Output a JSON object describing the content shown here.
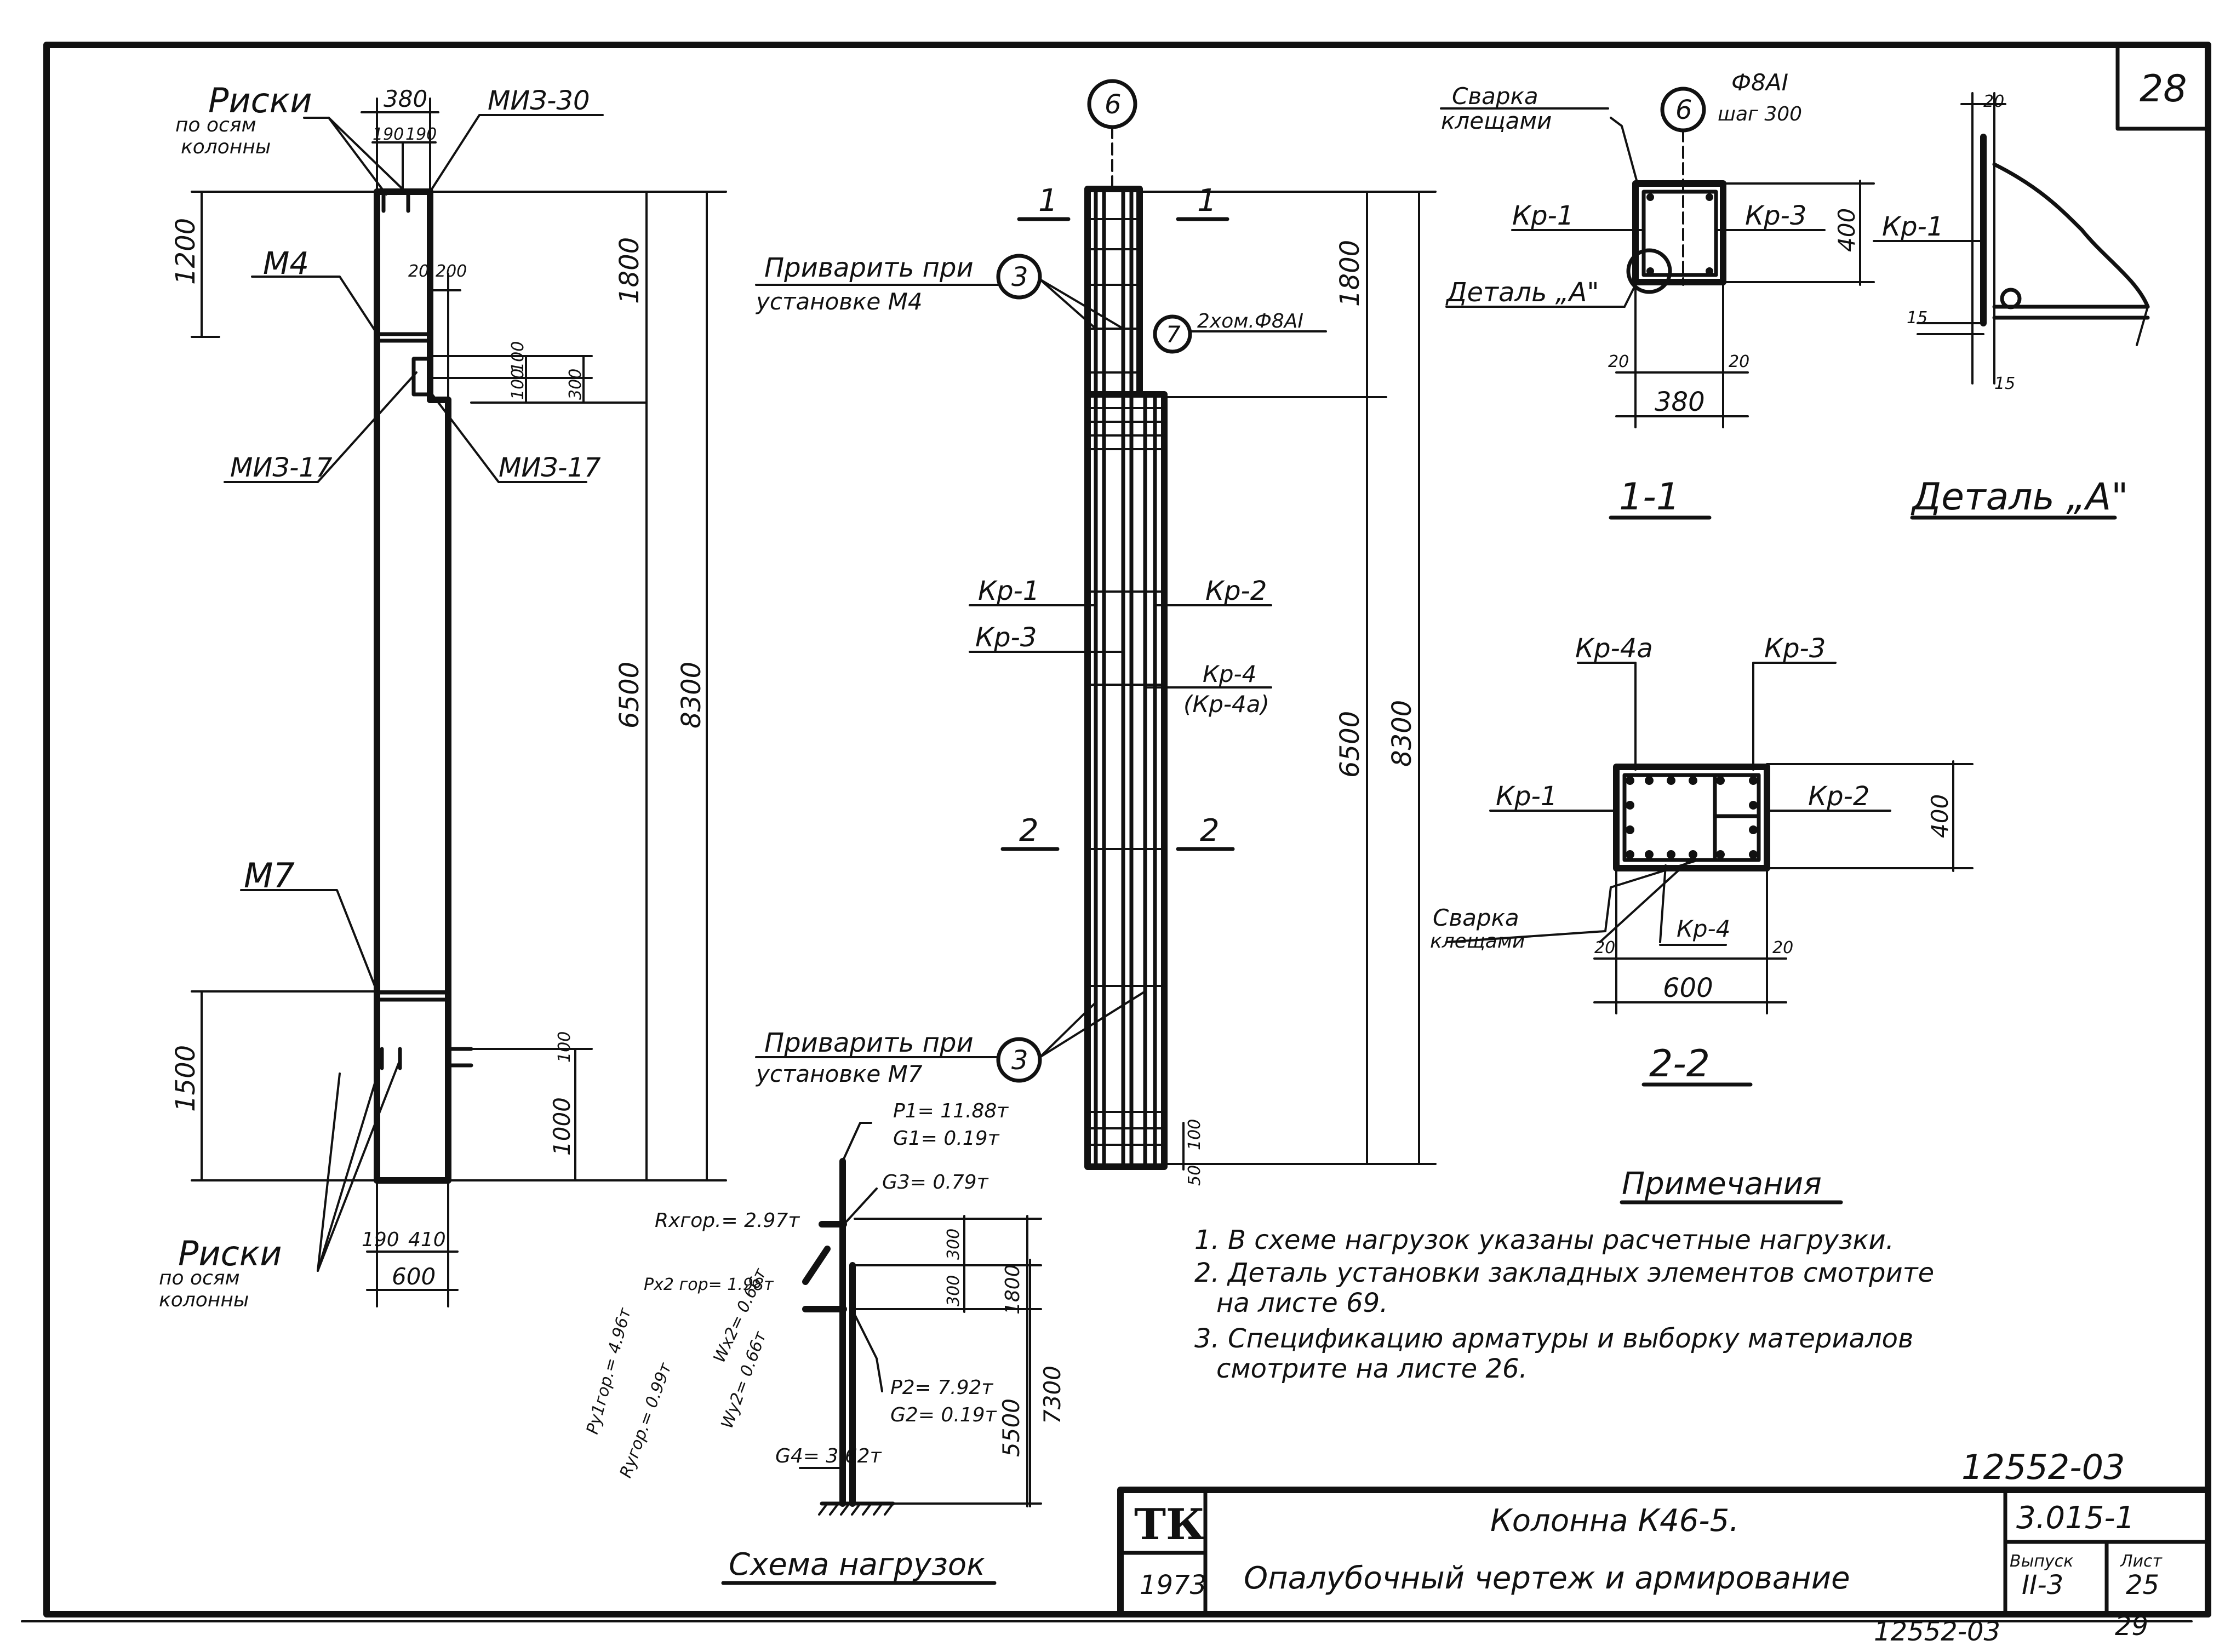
{
  "sheet": {
    "corner_number": "28",
    "doc_code": "12552-03",
    "doc_code_bottom": "12552-03",
    "page_bottom": "29"
  },
  "title_block": {
    "logo": "ТК",
    "year": "1973",
    "title_line1": "Колонна К46-5.",
    "title_line2": "Опалубочный чертеж и армирование",
    "series": "3.015-1",
    "issue_label": "Выпуск",
    "issue_value": "II-3",
    "sheet_label": "Лист",
    "sheet_value": "25"
  },
  "formwork_view": {
    "top_marks_label": [
      "Риски",
      "по осям",
      "колонны"
    ],
    "bottom_marks_label": [
      "Риски",
      "по осям",
      "колонны"
    ],
    "mz30": "МИЗ-30",
    "m4": "М4",
    "mz17_left": "МИЗ-17",
    "mz17_right": "МИЗ-17",
    "m7": "М7",
    "dims": {
      "top_width": "380",
      "top_half_1": "190",
      "top_half_2": "190",
      "h1200": "1200",
      "s20": "20",
      "s200": "200",
      "s100": "100",
      "s100b": "100",
      "s300": "300",
      "h1800": "1800",
      "h6500": "6500",
      "h8300": "8300",
      "h1500": "1500",
      "s100c": "100",
      "h1000": "1000",
      "b190": "190",
      "b410": "410",
      "b600": "600"
    }
  },
  "reinforcement_view": {
    "axis_top": "6",
    "section_1_left": "1",
    "section_1_right": "1",
    "section_2_left": "2",
    "section_2_right": "2",
    "weld_m4": [
      "Приварить при",
      "установке М4"
    ],
    "weld_m7": [
      "Приварить при",
      "установке М7"
    ],
    "marker_3a": "3",
    "marker_3b": "3",
    "marker_7": "7",
    "bars_note": "2хом.Ф8АI",
    "kr1": "Кр-1",
    "kr2": "Кр-2",
    "kr3": "Кр-3",
    "kr4": "Кр-4",
    "kr4a": "(Кр-4а)",
    "h1800": "1800",
    "h6500": "6500",
    "h8300": "8300",
    "s100": "100",
    "s50": "50"
  },
  "section_1_1": {
    "title": "1-1",
    "weld": [
      "Сварка",
      "клещами"
    ],
    "axis": "6",
    "bars": [
      "Ф8АI",
      "шаг 300"
    ],
    "kr1": "Кр-1",
    "kr3": "Кр-3",
    "detail_ref": "Деталь „А\"",
    "h400": "400",
    "c20a": "20",
    "c20b": "20",
    "w380": "380"
  },
  "detail_a": {
    "title": "Деталь „А\"",
    "kr1": "Кр-1",
    "d20": "20",
    "d15a": "15",
    "d15b": "15"
  },
  "section_2_2": {
    "title": "2-2",
    "kr4a": "Кр-4а",
    "kr3": "Кр-3",
    "kr1": "Кр-1",
    "kr2": "Кр-2",
    "kr4": "Кр-4",
    "weld": [
      "Сварка",
      "клещами"
    ],
    "h400": "400",
    "c20a": "20",
    "c20b": "20",
    "w600": "600"
  },
  "load_scheme": {
    "title": "Схема нагрузок",
    "p1": "P1= 11.88т",
    "g1": "G1= 0.19т",
    "g3": "G3= 0.79т",
    "rx": "Rxгор.= 2.97т",
    "p2x": "Px2 гор= 1.98т",
    "wx": "Wx2= 0.66т",
    "p1y": "Py1гор.= 4.96т",
    "wy": "Wy2= 0.66т",
    "ry": "Ryгор.= 0.99т",
    "p2": "P2= 7.92т",
    "g2": "G2= 0.19т",
    "g4": "G4= 3.62т",
    "d300a": "300",
    "d300b": "300",
    "d1800": "1800",
    "d5500": "5500",
    "d7300": "7300"
  },
  "notes": {
    "title": "Примечания",
    "lines": [
      "1. В схеме нагрузок указаны расчетные нагрузки.",
      "2. Деталь установки закладных элементов смотрите",
      "на листе 69.",
      "3. Спецификацию арматуры и выборку материалов",
      "смотрите на листе 26."
    ]
  }
}
